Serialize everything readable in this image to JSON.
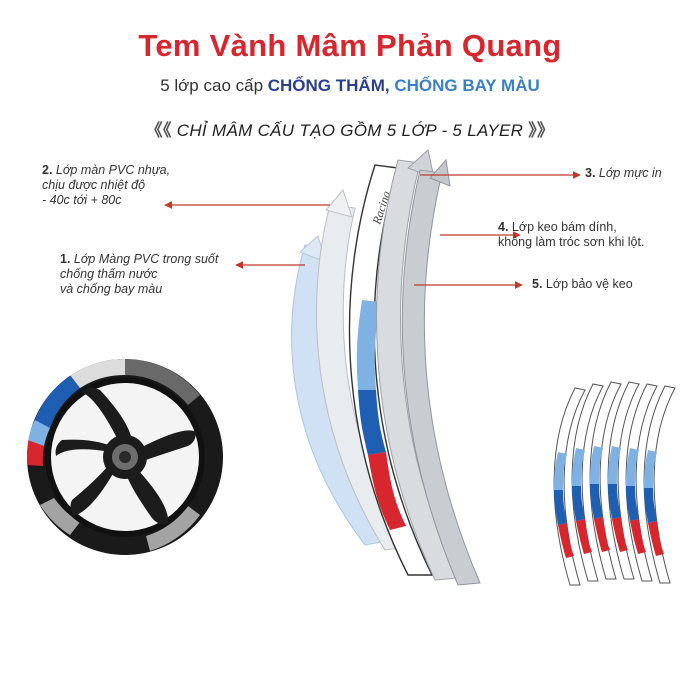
{
  "header": {
    "title": "Tem Vành Mâm Phản Quang",
    "subtitle_prefix": "5 lớp cao cấp ",
    "subtitle_highlight1": "CHỐNG THẤM,",
    "subtitle_highlight2": "CHỐNG BAY MÀU",
    "banner_left": "《《",
    "banner_text": "CHỈ MÂM CẤU TẠO GỒM 5 LỚP - 5 LAYER",
    "banner_right": "》》"
  },
  "layers": [
    {
      "num": "1.",
      "lines": [
        "Lớp Màng PVC trong suốt",
        "chống thấm nước",
        "và chống bay màu"
      ]
    },
    {
      "num": "2.",
      "lines": [
        "Lớp màn PVC nhựa,",
        "chịu được nhiệt độ",
        "- 40c tới + 80c"
      ]
    },
    {
      "num": "3.",
      "lines": [
        "Lớp mực in"
      ]
    },
    {
      "num": "4.",
      "lines": [
        "Lớp keo bám dính,",
        "không làm tróc sơn khi lột."
      ]
    },
    {
      "num": "5.",
      "lines": [
        "Lớp bảo vệ keo"
      ]
    }
  ],
  "colors": {
    "title_red": "#d8262e",
    "navy": "#2a3f8f",
    "light_blue": "#3a7fc4",
    "stripe_red": "#d7262e",
    "stripe_blue": "#1e5fb4",
    "stripe_light": "#7fb2e2"
  }
}
